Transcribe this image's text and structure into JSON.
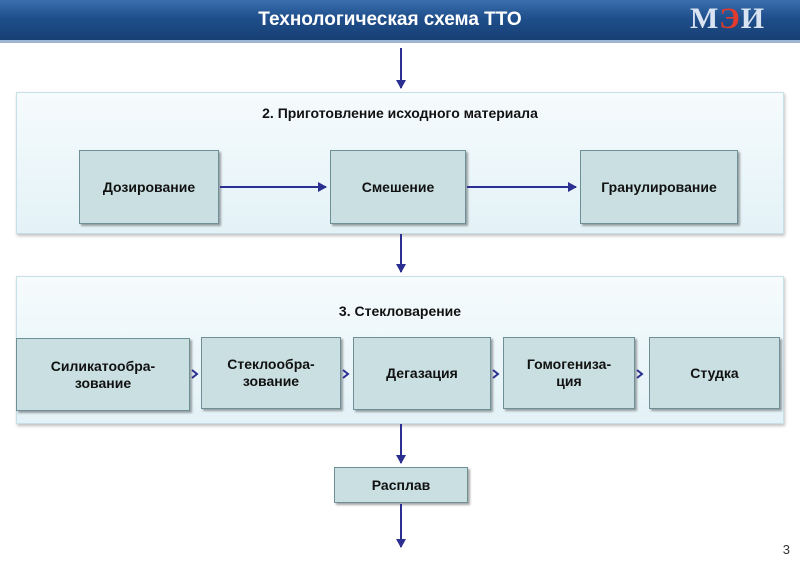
{
  "header": {
    "title": "Технологическая схема ТТО",
    "logo_text_1": "М",
    "logo_text_2": "Э",
    "logo_text_3": "И"
  },
  "stage2": {
    "title": "2. Приготовление исходного материала",
    "steps": [
      "Дозирование",
      "Смешение",
      "Гранулирование"
    ]
  },
  "stage3": {
    "title": "3. Стекловарение",
    "steps": [
      "Силикатообра-\nзование",
      "Стеклообра-\nзование",
      "Дегазация",
      "Гомогениза-\nция",
      "Студка"
    ]
  },
  "output": {
    "label": "Расплав"
  },
  "footer": {
    "page_number": "3"
  },
  "colors": {
    "header": "#1f4f8c",
    "arrow": "#2b2f8f",
    "box_fill": "#c9dfe1",
    "panel_fill": "#e3f2f7"
  }
}
